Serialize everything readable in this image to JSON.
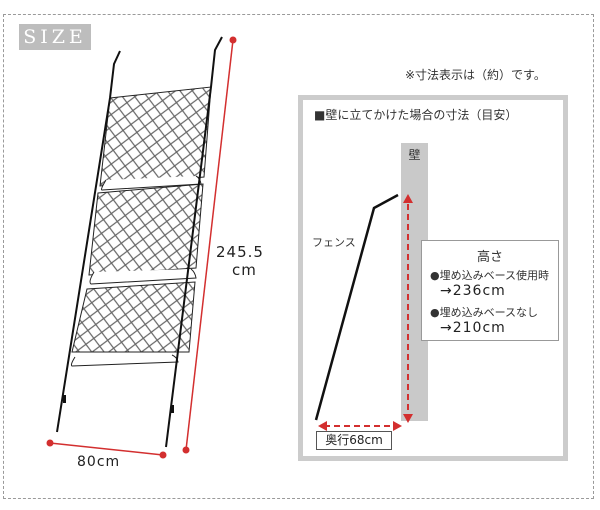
{
  "badge": {
    "label": "SIZE"
  },
  "note": "※寸法表示は（約）です。",
  "product_diagram": {
    "height_value": "245.5",
    "height_unit": "cm",
    "width_label": "80cm"
  },
  "panel": {
    "title": "■壁に立てかけた場合の寸法（目安）",
    "wall_label": "壁",
    "fence_label": "フェンス",
    "height_box": {
      "title": "高さ",
      "items": [
        {
          "label": "●埋め込みベース使用時",
          "value": "→236cm"
        },
        {
          "label": "●埋め込みベースなし",
          "value": "→210cm"
        }
      ]
    },
    "depth_label": "奥行68cm"
  },
  "colors": {
    "dimension_red": "#d32f2f",
    "badge_gray": "#bdbdbd",
    "wall_gray": "#c9c9c9",
    "panel_border": "#cccccc"
  }
}
